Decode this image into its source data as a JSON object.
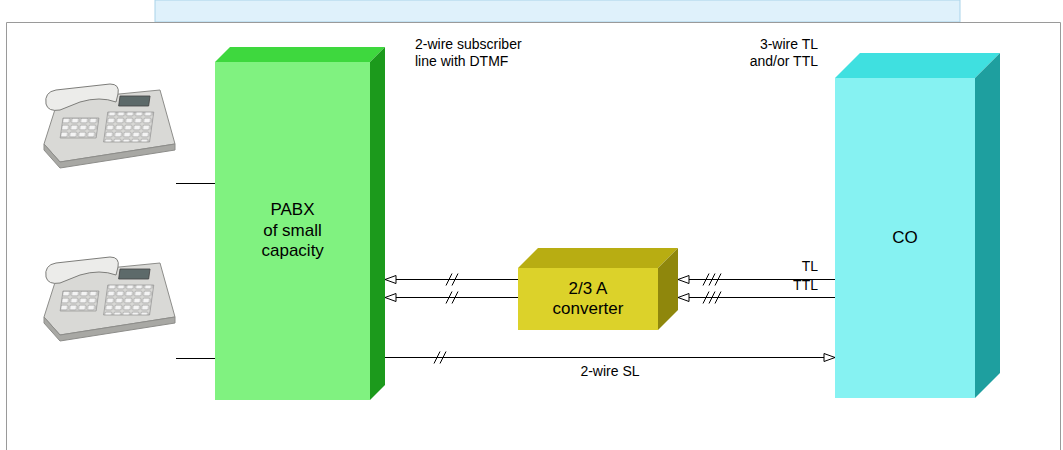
{
  "diagram": {
    "nodes": [
      {
        "text": [
          "PABX of small capacity"
        ]
      },
      {
        "text": [
          "2/3 A converter"
        ]
      },
      {
        "text": [
          "CO"
        ]
      }
    ],
    "edges": [
      {
        "from": 2,
        "to": 1,
        "arrow": "to",
        "label": "TL"
      },
      {
        "from": 2,
        "to": 1,
        "arrow": "to",
        "label": "TTL"
      },
      {
        "from": 1,
        "to": 0,
        "arrow": "to"
      },
      {
        "from": 1,
        "to": 0,
        "arrow": "to"
      },
      {
        "from": 0,
        "to": 2,
        "arrow": "to",
        "label": "2-wire SL"
      }
    ],
    "labels": [
      "2-wire subscriber line with DTMF",
      "3-wire TL and/or TTL"
    ]
  }
}
